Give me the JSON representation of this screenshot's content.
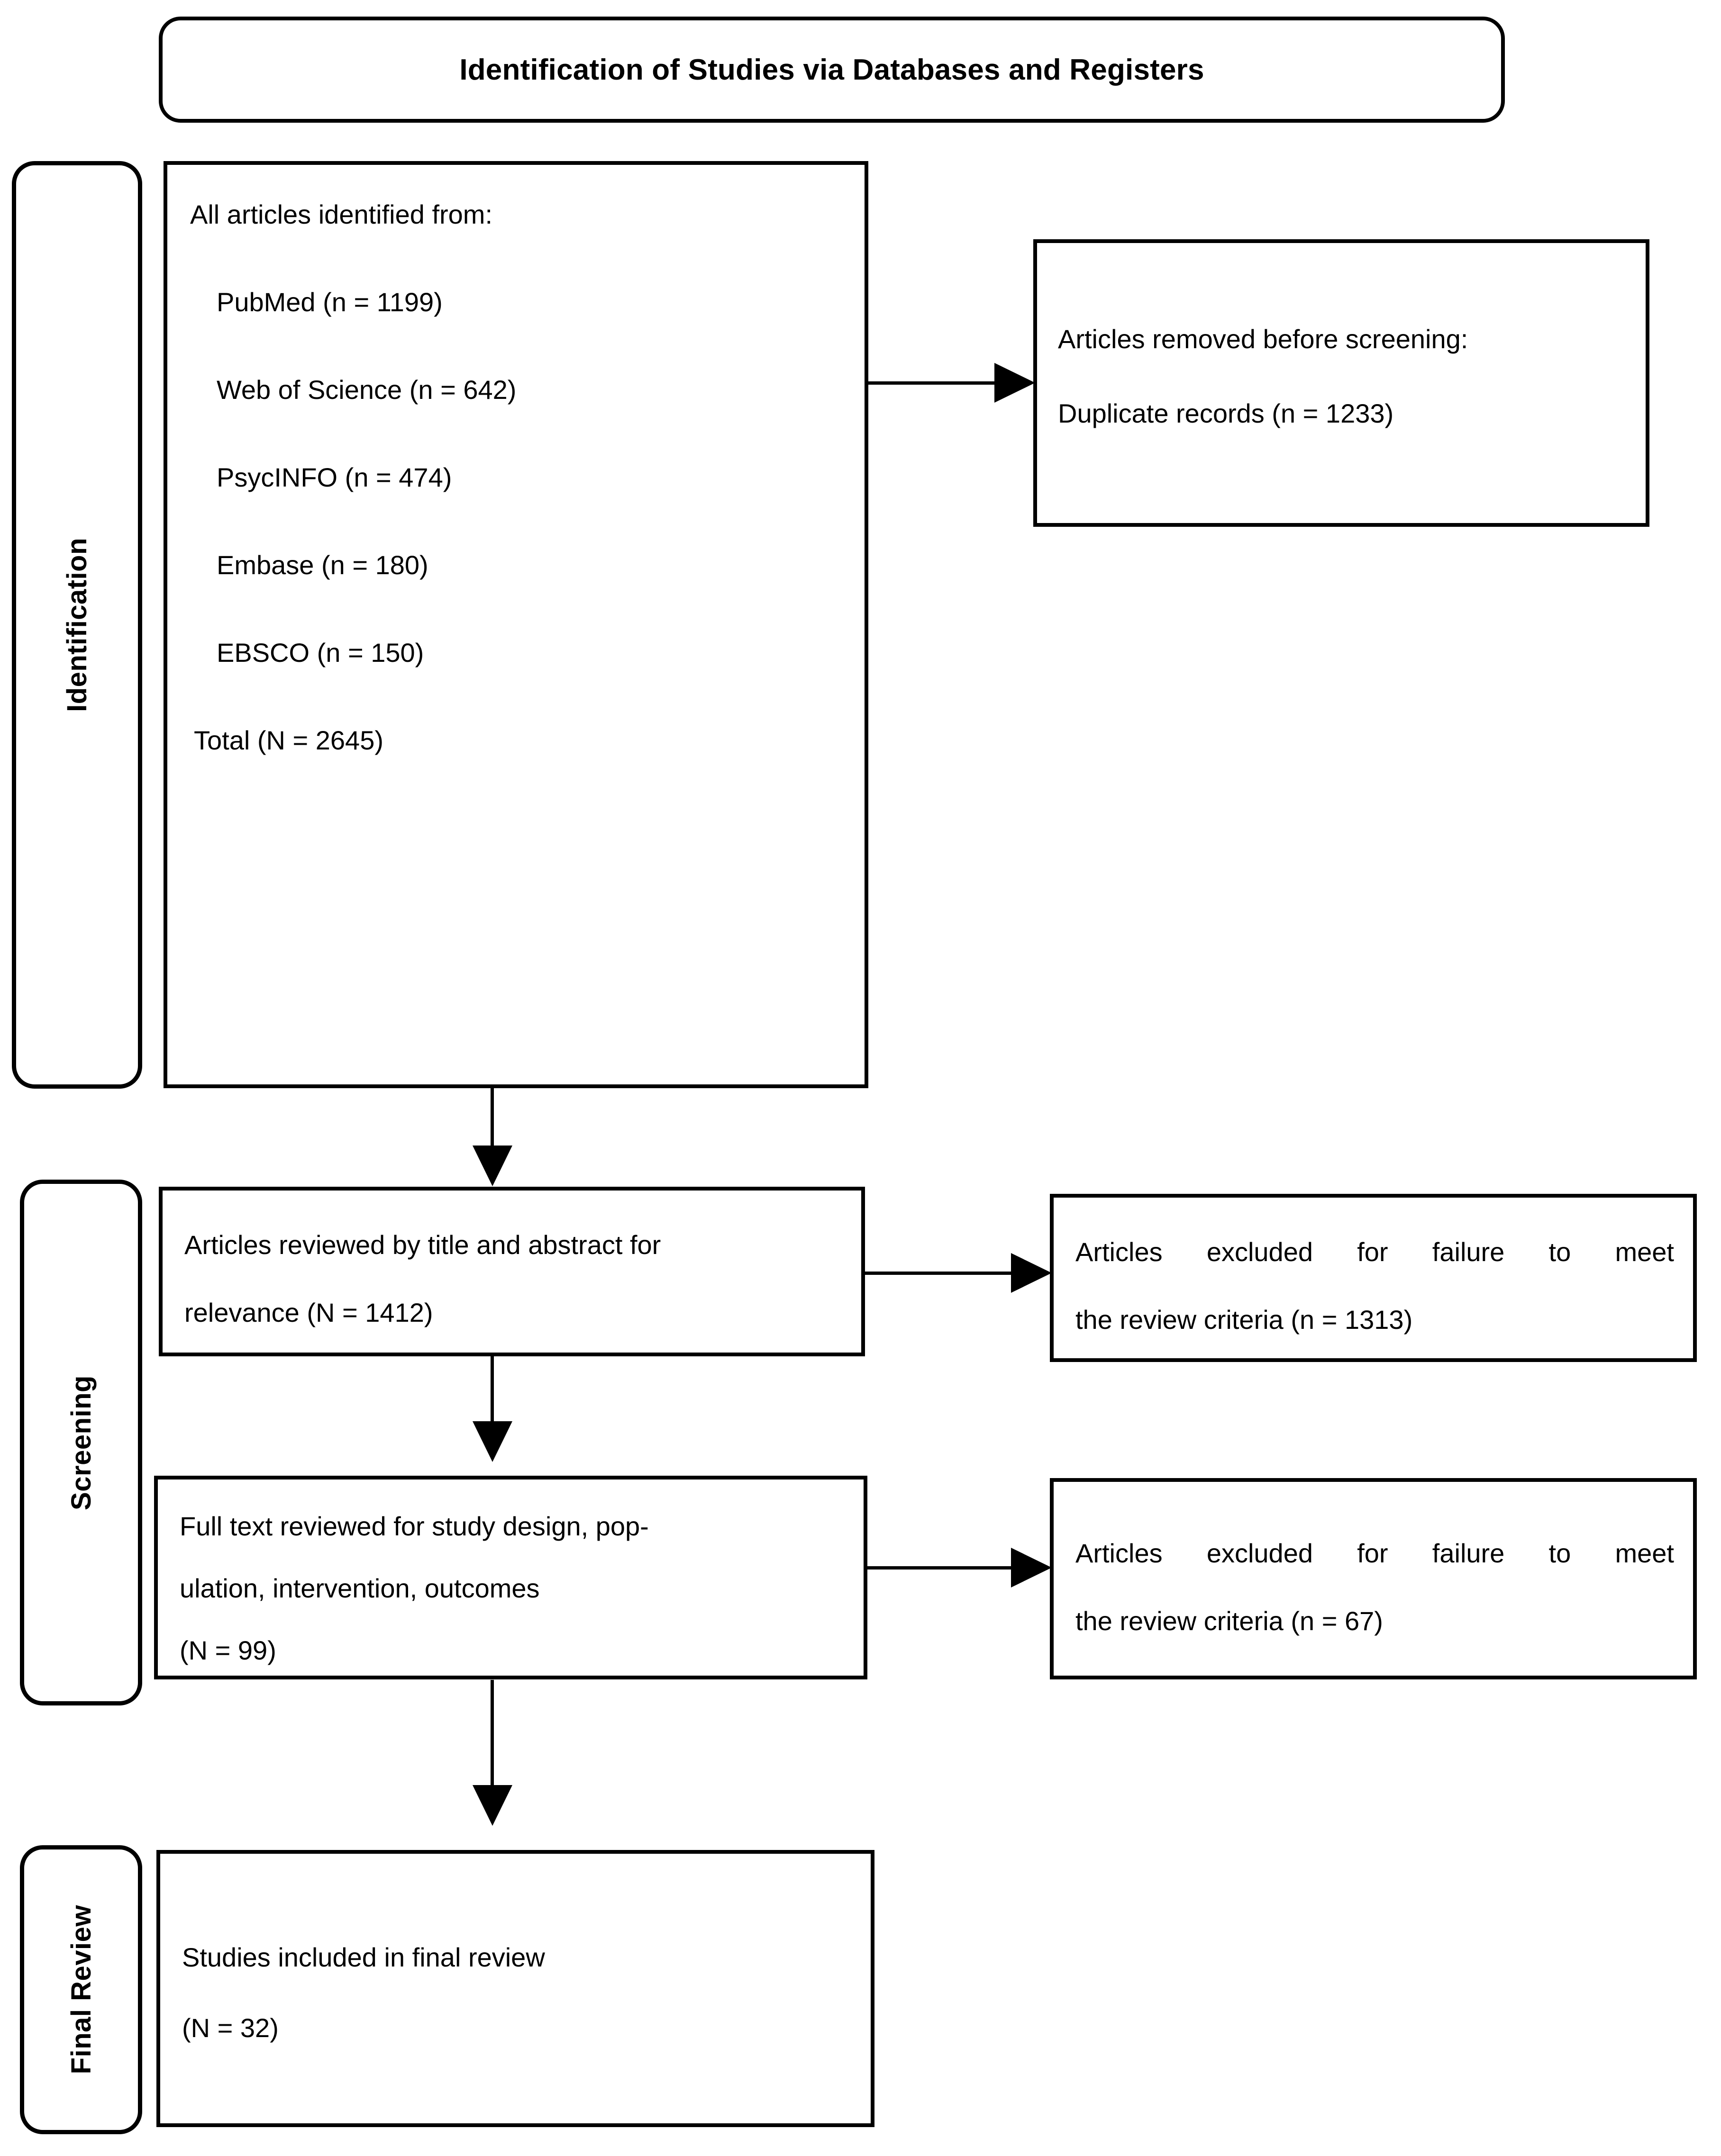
{
  "header": {
    "title": "Identification of Studies via Databases and Registers"
  },
  "stages": [
    {
      "key": "identification",
      "label": "Identification"
    },
    {
      "key": "screening",
      "label": "Screening"
    },
    {
      "key": "final_review",
      "label": "Final Review"
    }
  ],
  "identification": {
    "heading": "All articles identified from:",
    "sources": [
      "PubMed (n = 1199)",
      "Web of Science (n = 642)",
      "PsycINFO (n = 474)",
      "Embase (n = 180)",
      "EBSCO (n = 150)"
    ],
    "total": "Total (N = 2645)"
  },
  "removed_before_screening": {
    "line1": "Articles removed before screening:",
    "line2": "Duplicate records (n = 1233)"
  },
  "screening_title_abstract": {
    "line1": "Articles reviewed by title and abstract for",
    "line2": "relevance (N = 1412)"
  },
  "excluded_title_abstract": {
    "line1": "Articles excluded for failure to meet",
    "line2": "the review criteria (n = 1313)"
  },
  "full_text_review": {
    "line1": "Full text reviewed for study design, pop-",
    "line2": "ulation, intervention, outcomes",
    "line3": "(N = 99)"
  },
  "excluded_full_text": {
    "line1": "Articles excluded for failure to meet",
    "line2": "the review criteria (n = 67)"
  },
  "final_review": {
    "line1": "Studies included in final review",
    "line2": "(N = 32)"
  },
  "chart_data": {
    "type": "table",
    "title": "PRISMA flow diagram - Identification of Studies via Databases and Registers",
    "categories": [
      "PubMed",
      "Web of Science",
      "PsycINFO",
      "Embase",
      "EBSCO",
      "Total identified",
      "Duplicates removed",
      "Title/abstract screened",
      "Excluded at title/abstract",
      "Full text reviewed",
      "Excluded at full text",
      "Included in final review"
    ],
    "values": [
      1199,
      642,
      474,
      180,
      150,
      2645,
      1233,
      1412,
      1313,
      99,
      67,
      32
    ]
  },
  "colors": {
    "stroke": "#000000",
    "background": "#ffffff",
    "text": "#000000"
  }
}
